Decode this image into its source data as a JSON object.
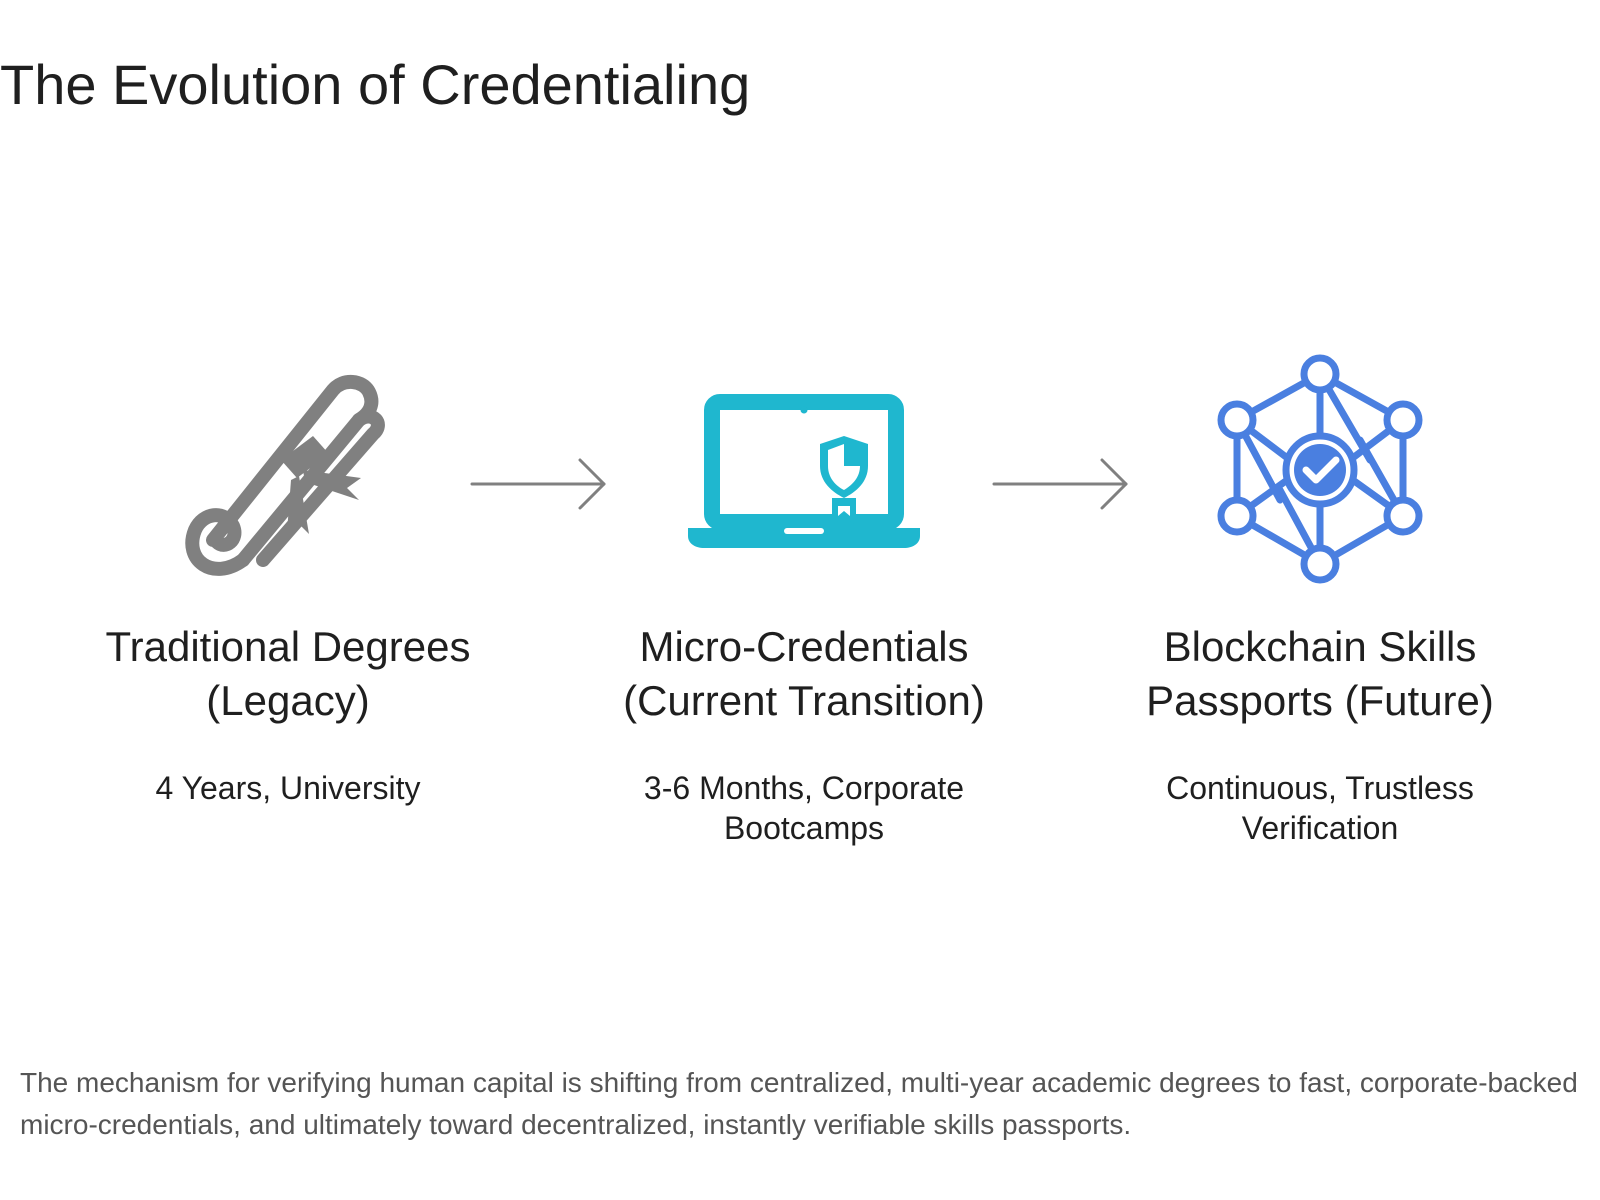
{
  "title": "The Evolution of Credentialing",
  "colors": {
    "legacy_gray": "#808080",
    "micro_cyan": "#1fb7cf",
    "blockchain_blue": "#4a7fe0",
    "arrow_gray": "#808080",
    "caption_gray": "#555555"
  },
  "stages": [
    {
      "icon": "diploma-scroll-icon",
      "title_line1": "Traditional Degrees",
      "title_line2": "(Legacy)",
      "subtitle_line1": "4 Years, University",
      "subtitle_line2": ""
    },
    {
      "icon": "laptop-shield-icon",
      "title_line1": "Micro-Credentials",
      "title_line2": "(Current Transition)",
      "subtitle_line1": "3-6 Months, Corporate",
      "subtitle_line2": "Bootcamps"
    },
    {
      "icon": "blockchain-network-check-icon",
      "title_line1": "Blockchain Skills",
      "title_line2": "Passports (Future)",
      "subtitle_line1": "Continuous, Trustless",
      "subtitle_line2": "Verification"
    }
  ],
  "caption": "The mechanism for verifying human capital is shifting from centralized, multi-year academic degrees to fast, corporate-backed micro-credentials, and ultimately toward decentralized, instantly verifiable skills passports."
}
